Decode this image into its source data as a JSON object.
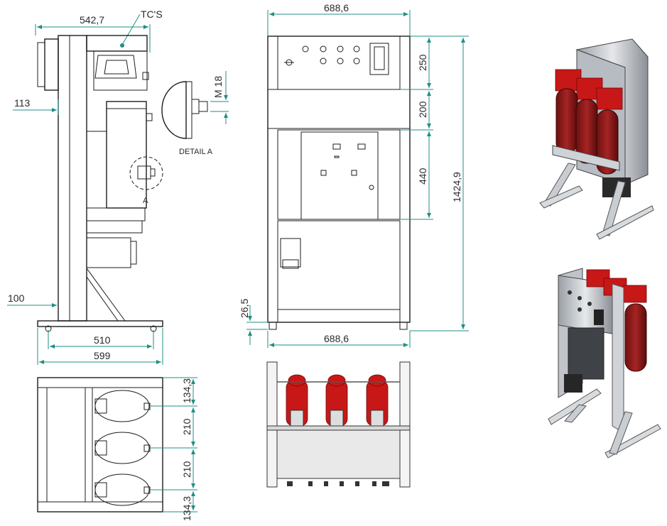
{
  "dimensions": {
    "side_top_width": "542,7",
    "tcs_label": "TC'S",
    "side_offset_top": "113",
    "side_offset_bottom": "100",
    "side_base_inner": "510",
    "side_base_outer": "599",
    "detail_thread": "M 18",
    "detail_label": "DETAIL A",
    "detail_marker": "A",
    "front_width_top": "688,6",
    "front_width_bottom": "688,6",
    "front_h_panel1": "250",
    "front_h_panel2": "200",
    "front_h_panel3": "440",
    "front_h_total": "1424,9",
    "front_h_feet": "26,5",
    "plan_top": "134,3",
    "plan_spacing1": "210",
    "plan_spacing2": "210",
    "plan_bottom": "134,3"
  },
  "colors": {
    "dimension": "#1f8f85",
    "line": "#1c1c1c",
    "transformer_red": "#c81717"
  }
}
